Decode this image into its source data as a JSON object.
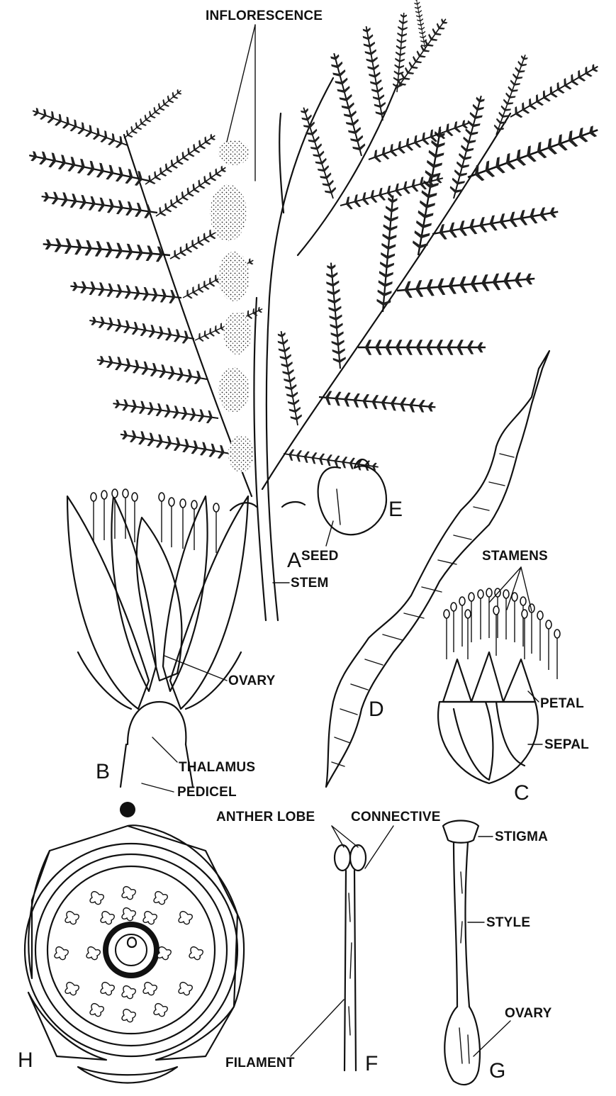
{
  "figure": {
    "panel_letters": {
      "a": "A",
      "b": "B",
      "c": "C",
      "d": "D",
      "e": "E",
      "f": "F",
      "g": "G",
      "h": "H"
    },
    "labels": {
      "inflorescence": "INFLORESCENCE",
      "stem": "STEM",
      "seed": "SEED",
      "stamens": "STAMENS",
      "ovary_b": "OVARY",
      "thalamus": "THALAMUS",
      "pedicel": "PEDICEL",
      "petal": "PETAL",
      "sepal": "SEPAL",
      "anther_lobe": "ANTHER LOBE",
      "connective": "CONNECTIVE",
      "stigma": "STIGMA",
      "style": "STYLE",
      "ovary_g": "OVARY",
      "filament": "FILAMENT"
    }
  }
}
